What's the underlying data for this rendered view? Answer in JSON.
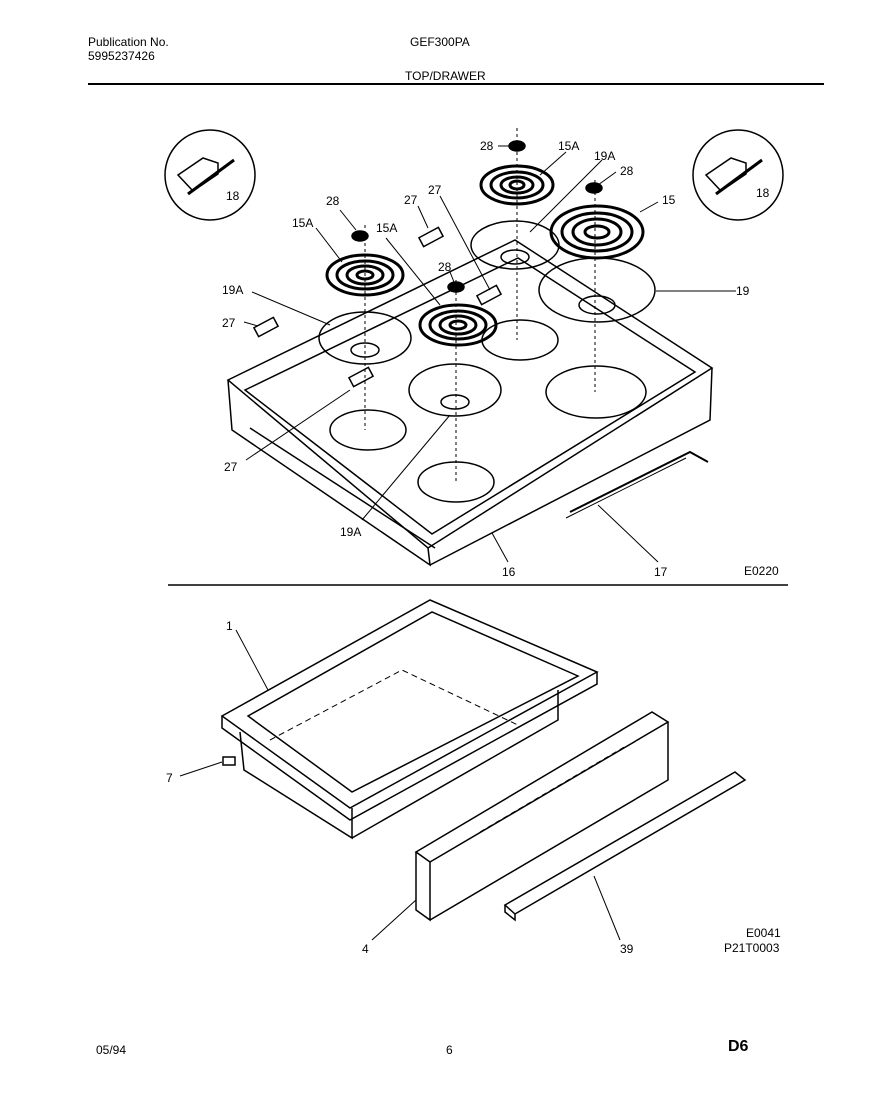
{
  "header": {
    "publication_label": "Publication No.",
    "publication_number": "5995237426",
    "model": "GEF300PA",
    "section_title": "TOP/DRAWER"
  },
  "top_diagram": {
    "code": "E0220",
    "callouts": [
      "28",
      "15A",
      "19A",
      "28",
      "15",
      "28",
      "27",
      "27",
      "15A",
      "15A",
      "28",
      "19",
      "19A",
      "27",
      "27",
      "19A",
      "16",
      "17",
      "18",
      "18"
    ]
  },
  "bottom_diagram": {
    "code": "E0041",
    "ref": "P21T0003",
    "callouts": [
      "1",
      "7",
      "4",
      "39"
    ]
  },
  "footer": {
    "date": "05/94",
    "page": "6",
    "code": "D6"
  }
}
